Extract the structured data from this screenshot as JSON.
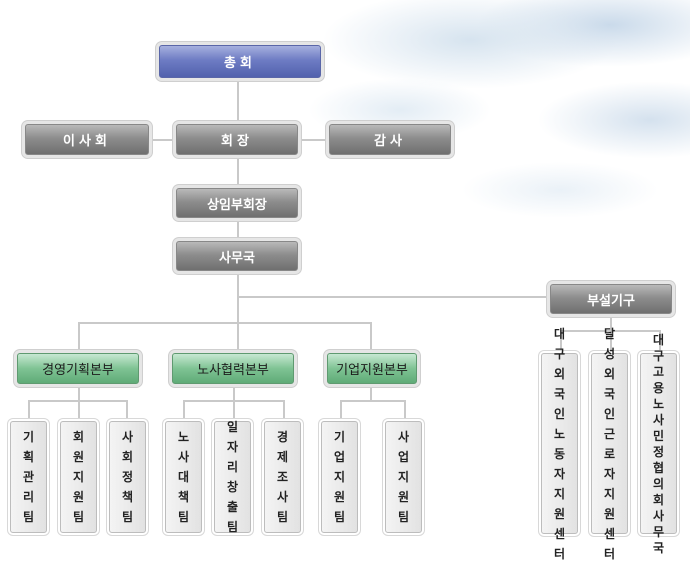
{
  "org": {
    "general_assembly": "총회",
    "board": "이사회",
    "chairman": "회장",
    "auditor": "감사",
    "vice_chairman": "상임부회장",
    "secretariat": "사무국",
    "affiliated": "부설기구",
    "divisions": [
      {
        "name": "경영기획본부",
        "teams": [
          "기획관리팀",
          "회원지원팀",
          "사회정책팀"
        ]
      },
      {
        "name": "노사협력본부",
        "teams": [
          "노사대책팀",
          "일자리창출팀",
          "경제조사팀"
        ]
      },
      {
        "name": "기업지원본부",
        "teams": [
          "기업지원팀",
          "사업지원팀"
        ]
      }
    ],
    "centers": [
      "대구외국인노동자지원센터",
      "달성외국인근로자지원센터",
      "대구고용노사민정협의회사무국"
    ]
  }
}
